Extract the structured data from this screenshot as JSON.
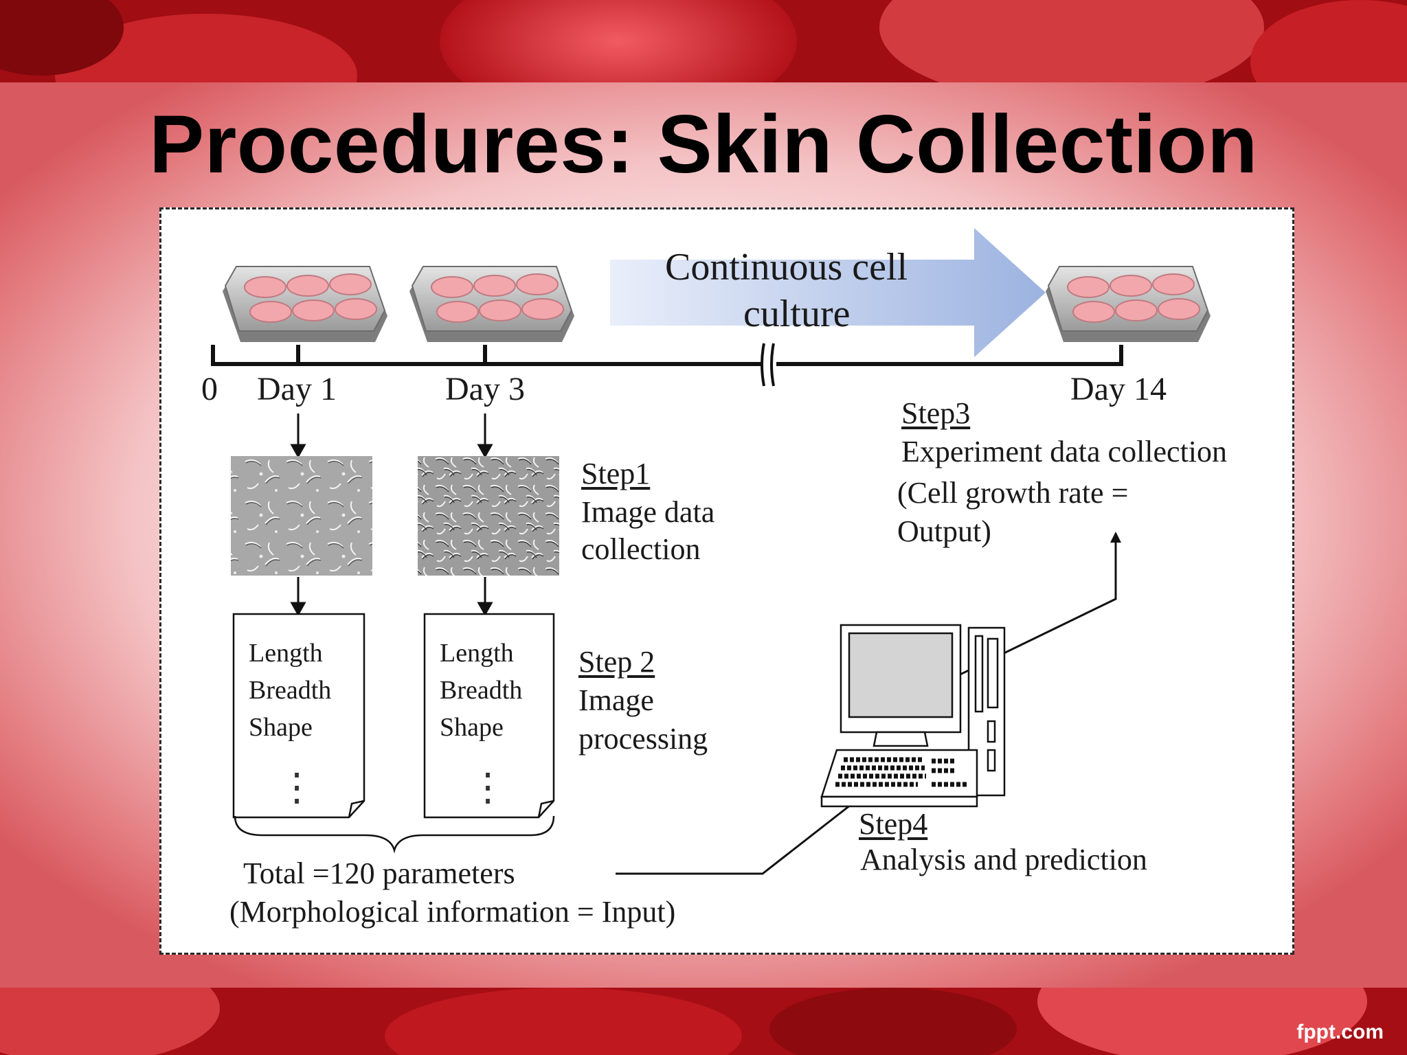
{
  "slide": {
    "title": "Procedures:  Skin Collection",
    "brand": "fppt.com"
  },
  "figure": {
    "timeline": {
      "start": "0",
      "day1": "Day 1",
      "day3": "Day 3",
      "day14": "Day 14"
    },
    "arrow_label": {
      "line1": "Continuous cell",
      "line2": "culture"
    },
    "steps": {
      "step1": {
        "heading": "Step1",
        "line1": "Image data",
        "line2": "collection"
      },
      "step2": {
        "heading": "Step 2",
        "line1": "Image",
        "line2": "processing"
      },
      "step3": {
        "heading": "Step3",
        "line1": "Experiment data collection",
        "line2": "(Cell growth rate =",
        "line3": "Output)"
      },
      "step4": {
        "heading": "Step4",
        "line1": "Analysis and prediction"
      }
    },
    "parameter_sheet": {
      "items": [
        "Length",
        "Breadth",
        "Shape"
      ],
      "ellipsis": "⋮"
    },
    "total": {
      "line1": "Total =120 parameters",
      "line2": "(Morphological information = Input)"
    }
  },
  "colors": {
    "background_red": "#c0161c",
    "dark_red": "#8a0a0e",
    "arrow_blue": "#9fb6e2",
    "dish_well_pink": "#f2a7ad",
    "micrograph_gray": "#a9a9a9"
  },
  "icons": {
    "dish": "six-well-plate-icon",
    "computer": "desktop-computer-icon",
    "micrograph": "cell-micrograph-image",
    "sheet": "folded-corner-sheet-icon"
  }
}
